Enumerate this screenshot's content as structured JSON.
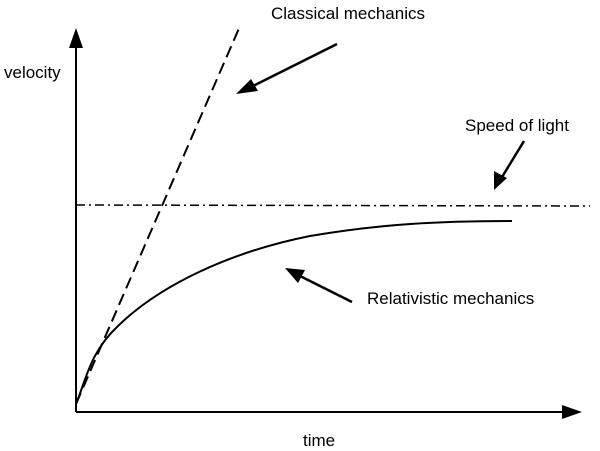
{
  "labels": {
    "y_axis": "velocity",
    "x_axis": "time",
    "classical": "Classical mechanics",
    "speed_of_light": "Speed of light",
    "relativistic": "Relativistic mechanics"
  },
  "colors": {
    "stroke": "#000000",
    "background": "#ffffff"
  }
}
